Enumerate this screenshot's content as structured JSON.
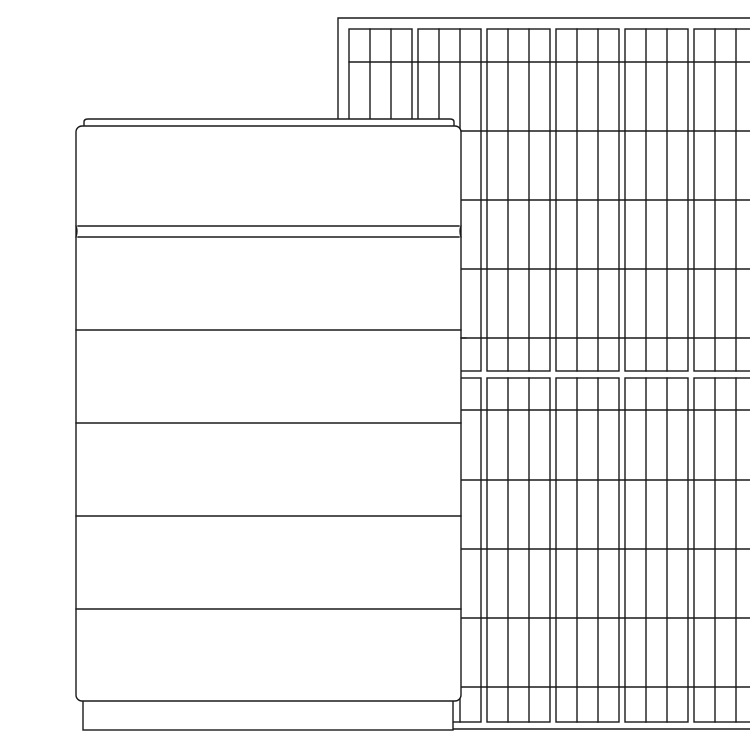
{
  "drawing": {
    "stroke_color": "#1a1a1a",
    "background_color": "#ffffff"
  },
  "solar_panel": {
    "module_columns": 6,
    "cells_per_module": 2
  },
  "battery_stack": {
    "module_count": 5
  }
}
